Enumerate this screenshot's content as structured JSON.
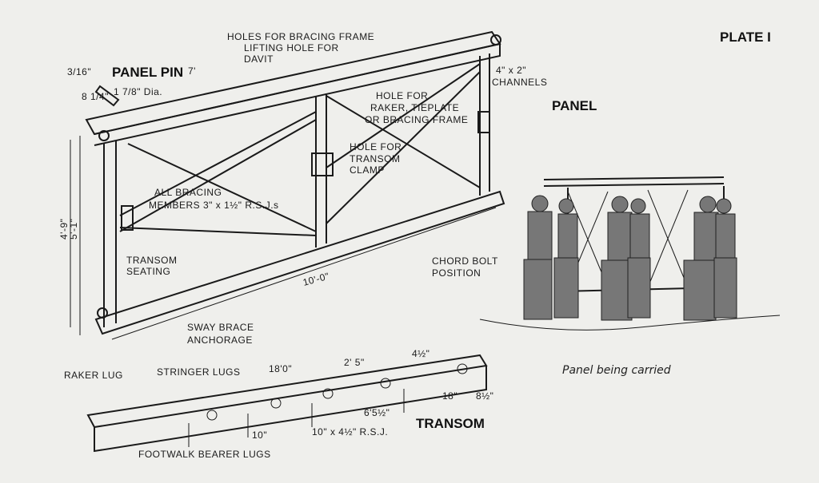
{
  "plate": "PLATE I",
  "panel_pin": {
    "title": "PANEL PIN",
    "dims": [
      "3/16\"",
      "8 1/4\"",
      "1 7/8\" Dia."
    ]
  },
  "panel": {
    "title": "PANEL",
    "labels": {
      "holes_bracing": "HOLES FOR BRACING FRAME",
      "lifting_hole_1": "LIFTING HOLE FOR",
      "lifting_hole_2": "DAVIT",
      "dim_7": "7'",
      "channels_1": "4\" x 2\"",
      "channels_2": "CHANNELS",
      "raker_1": "HOLE FOR",
      "raker_2": "RAKER, TIEPLATE",
      "raker_3": "OR BRACING FRAME",
      "transom_clamp_1": "HOLE FOR",
      "transom_clamp_2": "TRANSOM",
      "transom_clamp_3": "CLAMP",
      "bracing_1": "ALL BRACING",
      "bracing_2": "MEMBERS 3\" x 1½\" R.S.J.s",
      "height_1": "5'-1\"",
      "height_2": "4'-9\"",
      "transom_seating_1": "TRANSOM",
      "transom_seating_2": "SEATING",
      "length": "10'-0\"",
      "chord_bolt_1": "CHORD BOLT",
      "chord_bolt_2": "POSITION",
      "sway_1": "SWAY BRACE",
      "sway_2": "ANCHORAGE"
    }
  },
  "carried_caption": "Panel being carried",
  "transom": {
    "title": "TRANSOM",
    "labels": {
      "raker_lug": "RAKER LUG",
      "stringer_lugs": "STRINGER LUGS",
      "len": "18'0\"",
      "d1": "2' 5\"",
      "d2": "4½\"",
      "d3": "18\"",
      "d4": "8½\"",
      "d5": "6'5½\"",
      "d6": "10\"",
      "rsj": "10\" x 4½\" R.S.J.",
      "footwalk": "FOOTWALK BEARER LUGS"
    }
  }
}
